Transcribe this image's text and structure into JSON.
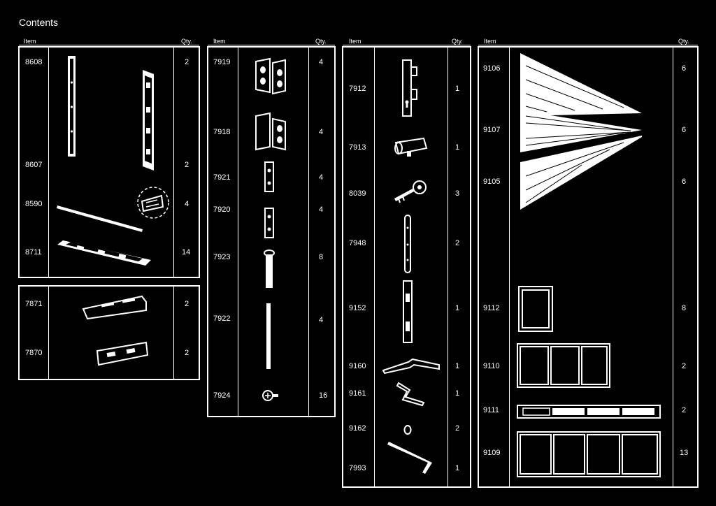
{
  "page": {
    "title": "Contents"
  },
  "headers": {
    "item": "Item",
    "qty": "Qty."
  },
  "panel1": {
    "rows": [
      {
        "code": "8608",
        "qty": "2"
      },
      {
        "code": "8607",
        "qty": "2"
      },
      {
        "code": "8590",
        "qty": "4"
      },
      {
        "code": "8711",
        "qty": "14"
      }
    ]
  },
  "panel1b": {
    "rows": [
      {
        "code": "7871",
        "qty": "2"
      },
      {
        "code": "7870",
        "qty": "2"
      }
    ]
  },
  "panel2": {
    "rows": [
      {
        "code": "7919",
        "qty": "4"
      },
      {
        "code": "7918",
        "qty": "4"
      },
      {
        "code": "7921",
        "qty": "4"
      },
      {
        "code": "7920",
        "qty": "4"
      },
      {
        "code": "7923",
        "qty": "8"
      },
      {
        "code": "7922",
        "qty": "4"
      },
      {
        "code": "7924",
        "qty": "16"
      }
    ]
  },
  "panel3": {
    "rows": [
      {
        "code": "7912",
        "qty": "1"
      },
      {
        "code": "7913",
        "qty": "1"
      },
      {
        "code": "8039",
        "qty": "3"
      },
      {
        "code": "7948",
        "qty": "2"
      },
      {
        "code": "9152",
        "qty": "1"
      },
      {
        "code": "9160",
        "qty": "1"
      },
      {
        "code": "9161",
        "qty": "1"
      },
      {
        "code": "9162",
        "qty": "2"
      },
      {
        "code": "7993",
        "qty": "1"
      }
    ]
  },
  "panel4": {
    "rows": [
      {
        "code": "9106",
        "qty": "6"
      },
      {
        "code": "9107",
        "qty": "6"
      },
      {
        "code": "9105",
        "qty": "6"
      },
      {
        "code": "9112",
        "qty": "8"
      },
      {
        "code": "9110",
        "qty": "2"
      },
      {
        "code": "9111",
        "qty": "2"
      },
      {
        "code": "9109",
        "qty": "13"
      }
    ]
  }
}
